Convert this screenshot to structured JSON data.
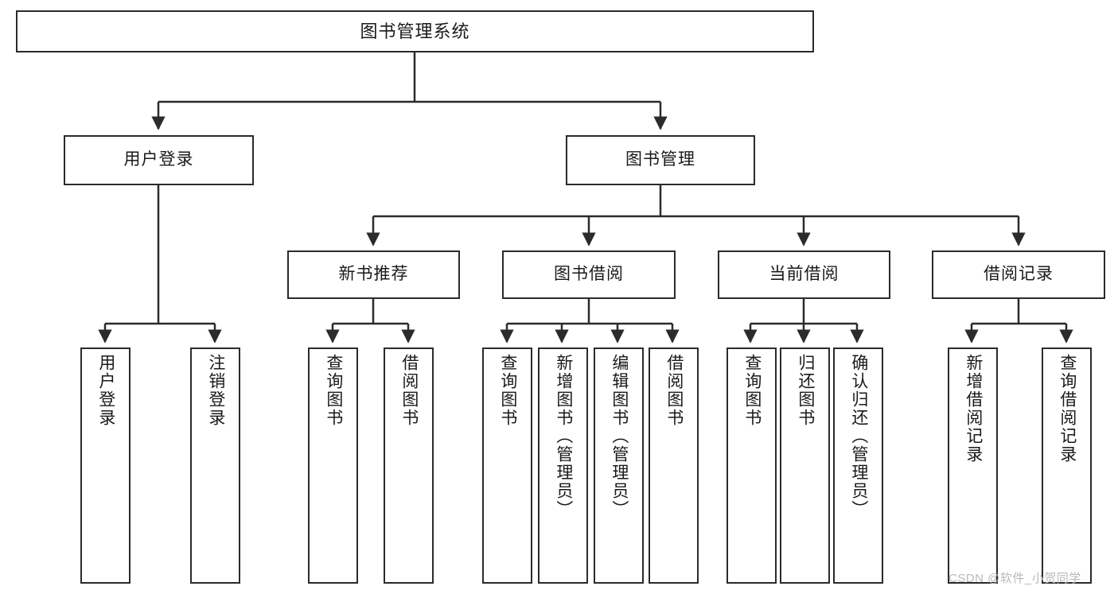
{
  "diagram": {
    "title": "图书管理系统",
    "type": "hierarchy-tree",
    "root": {
      "label": "图书管理系统"
    },
    "level1": [
      {
        "label": "用户登录"
      },
      {
        "label": "图书管理"
      }
    ],
    "level2": [
      {
        "label": "新书推荐"
      },
      {
        "label": "图书借阅"
      },
      {
        "label": "当前借阅"
      },
      {
        "label": "借阅记录"
      }
    ],
    "leaves": {
      "user_login": [
        {
          "label": "用户登录"
        },
        {
          "label": "注销登录"
        }
      ],
      "new_book_recommend": [
        {
          "label": "查询图书"
        },
        {
          "label": "借阅图书"
        }
      ],
      "book_borrow": [
        {
          "label": "查询图书"
        },
        {
          "label": "新增图书（管理员）"
        },
        {
          "label": "编辑图书（管理员）"
        },
        {
          "label": "借阅图书"
        }
      ],
      "current_borrow": [
        {
          "label": "查询图书"
        },
        {
          "label": "归还图书"
        },
        {
          "label": "确认归还（管理员）"
        }
      ],
      "borrow_record": [
        {
          "label": "新增借阅记录"
        },
        {
          "label": "查询借阅记录"
        }
      ]
    }
  },
  "watermark": {
    "text": "CSDN @软件_小贺同学"
  },
  "colors": {
    "stroke": "#2b2b2b",
    "text": "#1a1a1a",
    "background": "#ffffff",
    "watermark": "#b9b9b9"
  }
}
